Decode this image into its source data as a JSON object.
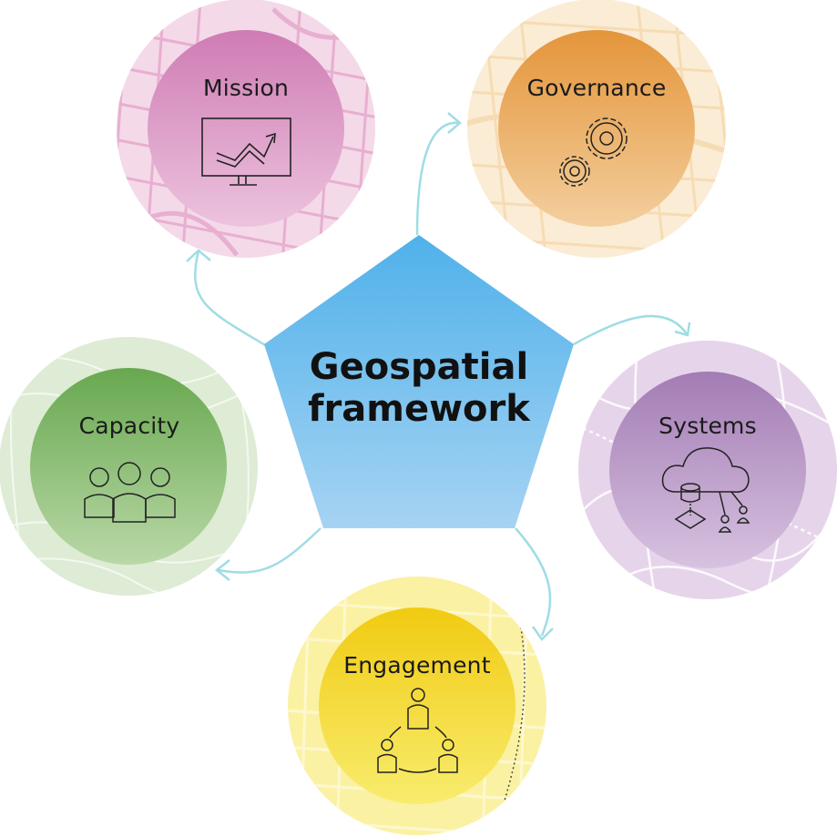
{
  "center": {
    "title_line1": "Geospatial",
    "title_line2": "framework"
  },
  "nodes": [
    {
      "id": "mission",
      "label": "Mission",
      "icon": "monitor-trend-icon",
      "color": "#d27fb7"
    },
    {
      "id": "governance",
      "label": "Governance",
      "icon": "gears-icon",
      "color": "#e69a3e"
    },
    {
      "id": "systems",
      "label": "Systems",
      "icon": "cloud-data-icon",
      "color": "#a57fb6"
    },
    {
      "id": "engagement",
      "label": "Engagement",
      "icon": "people-cycle-icon",
      "color": "#f2cd18"
    },
    {
      "id": "capacity",
      "label": "Capacity",
      "icon": "team-icon",
      "color": "#6aaa52"
    }
  ]
}
